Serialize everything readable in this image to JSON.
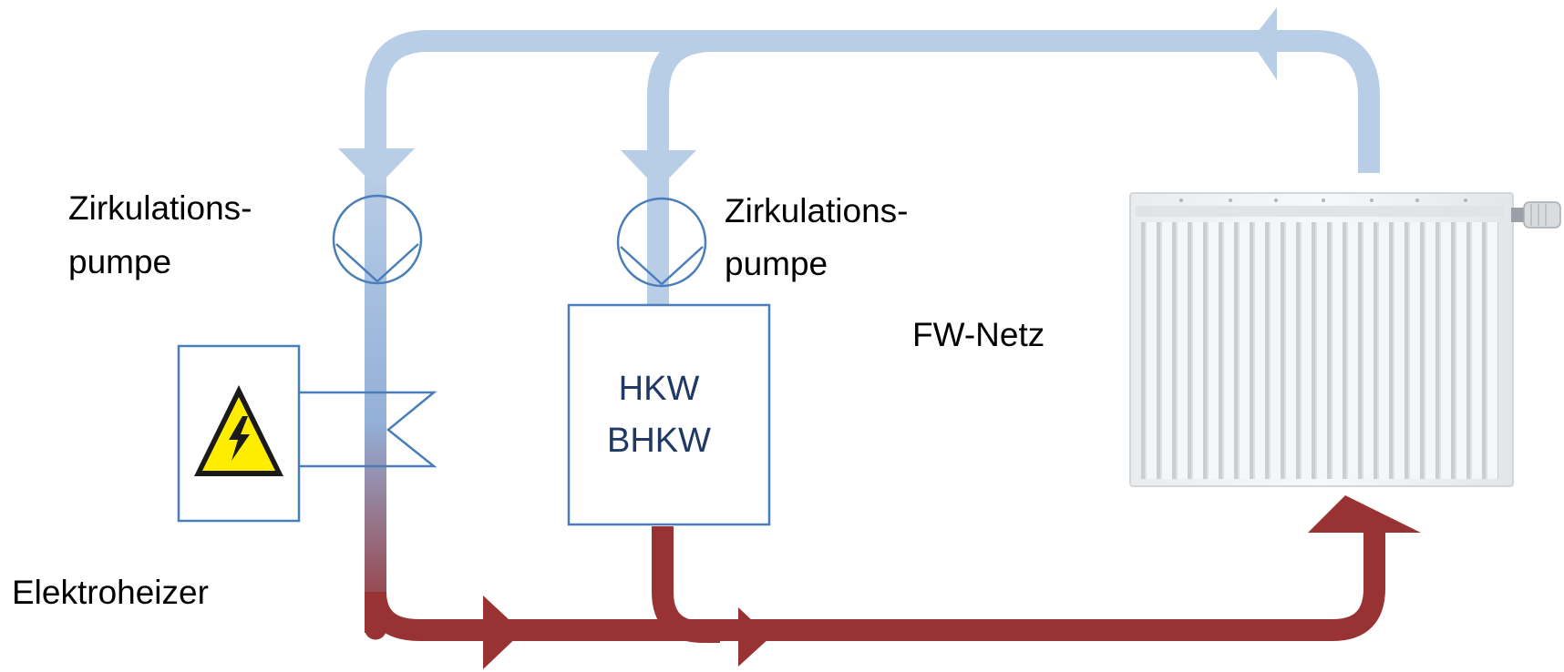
{
  "labels": {
    "pump_left_line1": "Zirkulations-",
    "pump_left_line2": "pumpe",
    "pump_right_line1": "Zirkulations-",
    "pump_right_line2": "pumpe",
    "plant_line1": "HKW",
    "plant_line2": "BHKW",
    "network": "FW-Netz",
    "heater": "Elektroheizer"
  },
  "colors": {
    "cold_pipe": "#b8cde6",
    "cold_pipe_mid": "#93b0d8",
    "hot_pipe": "#993232",
    "outline": "#4a7ebb",
    "box_text": "#1f3864",
    "warning_yellow": "#ffed00"
  },
  "icons": {
    "pump": "circulation-pump-icon",
    "heater_warning": "high-voltage-warning-icon",
    "radiator": "radiator-icon",
    "heat_exchanger": "heat-exchanger-icon"
  }
}
